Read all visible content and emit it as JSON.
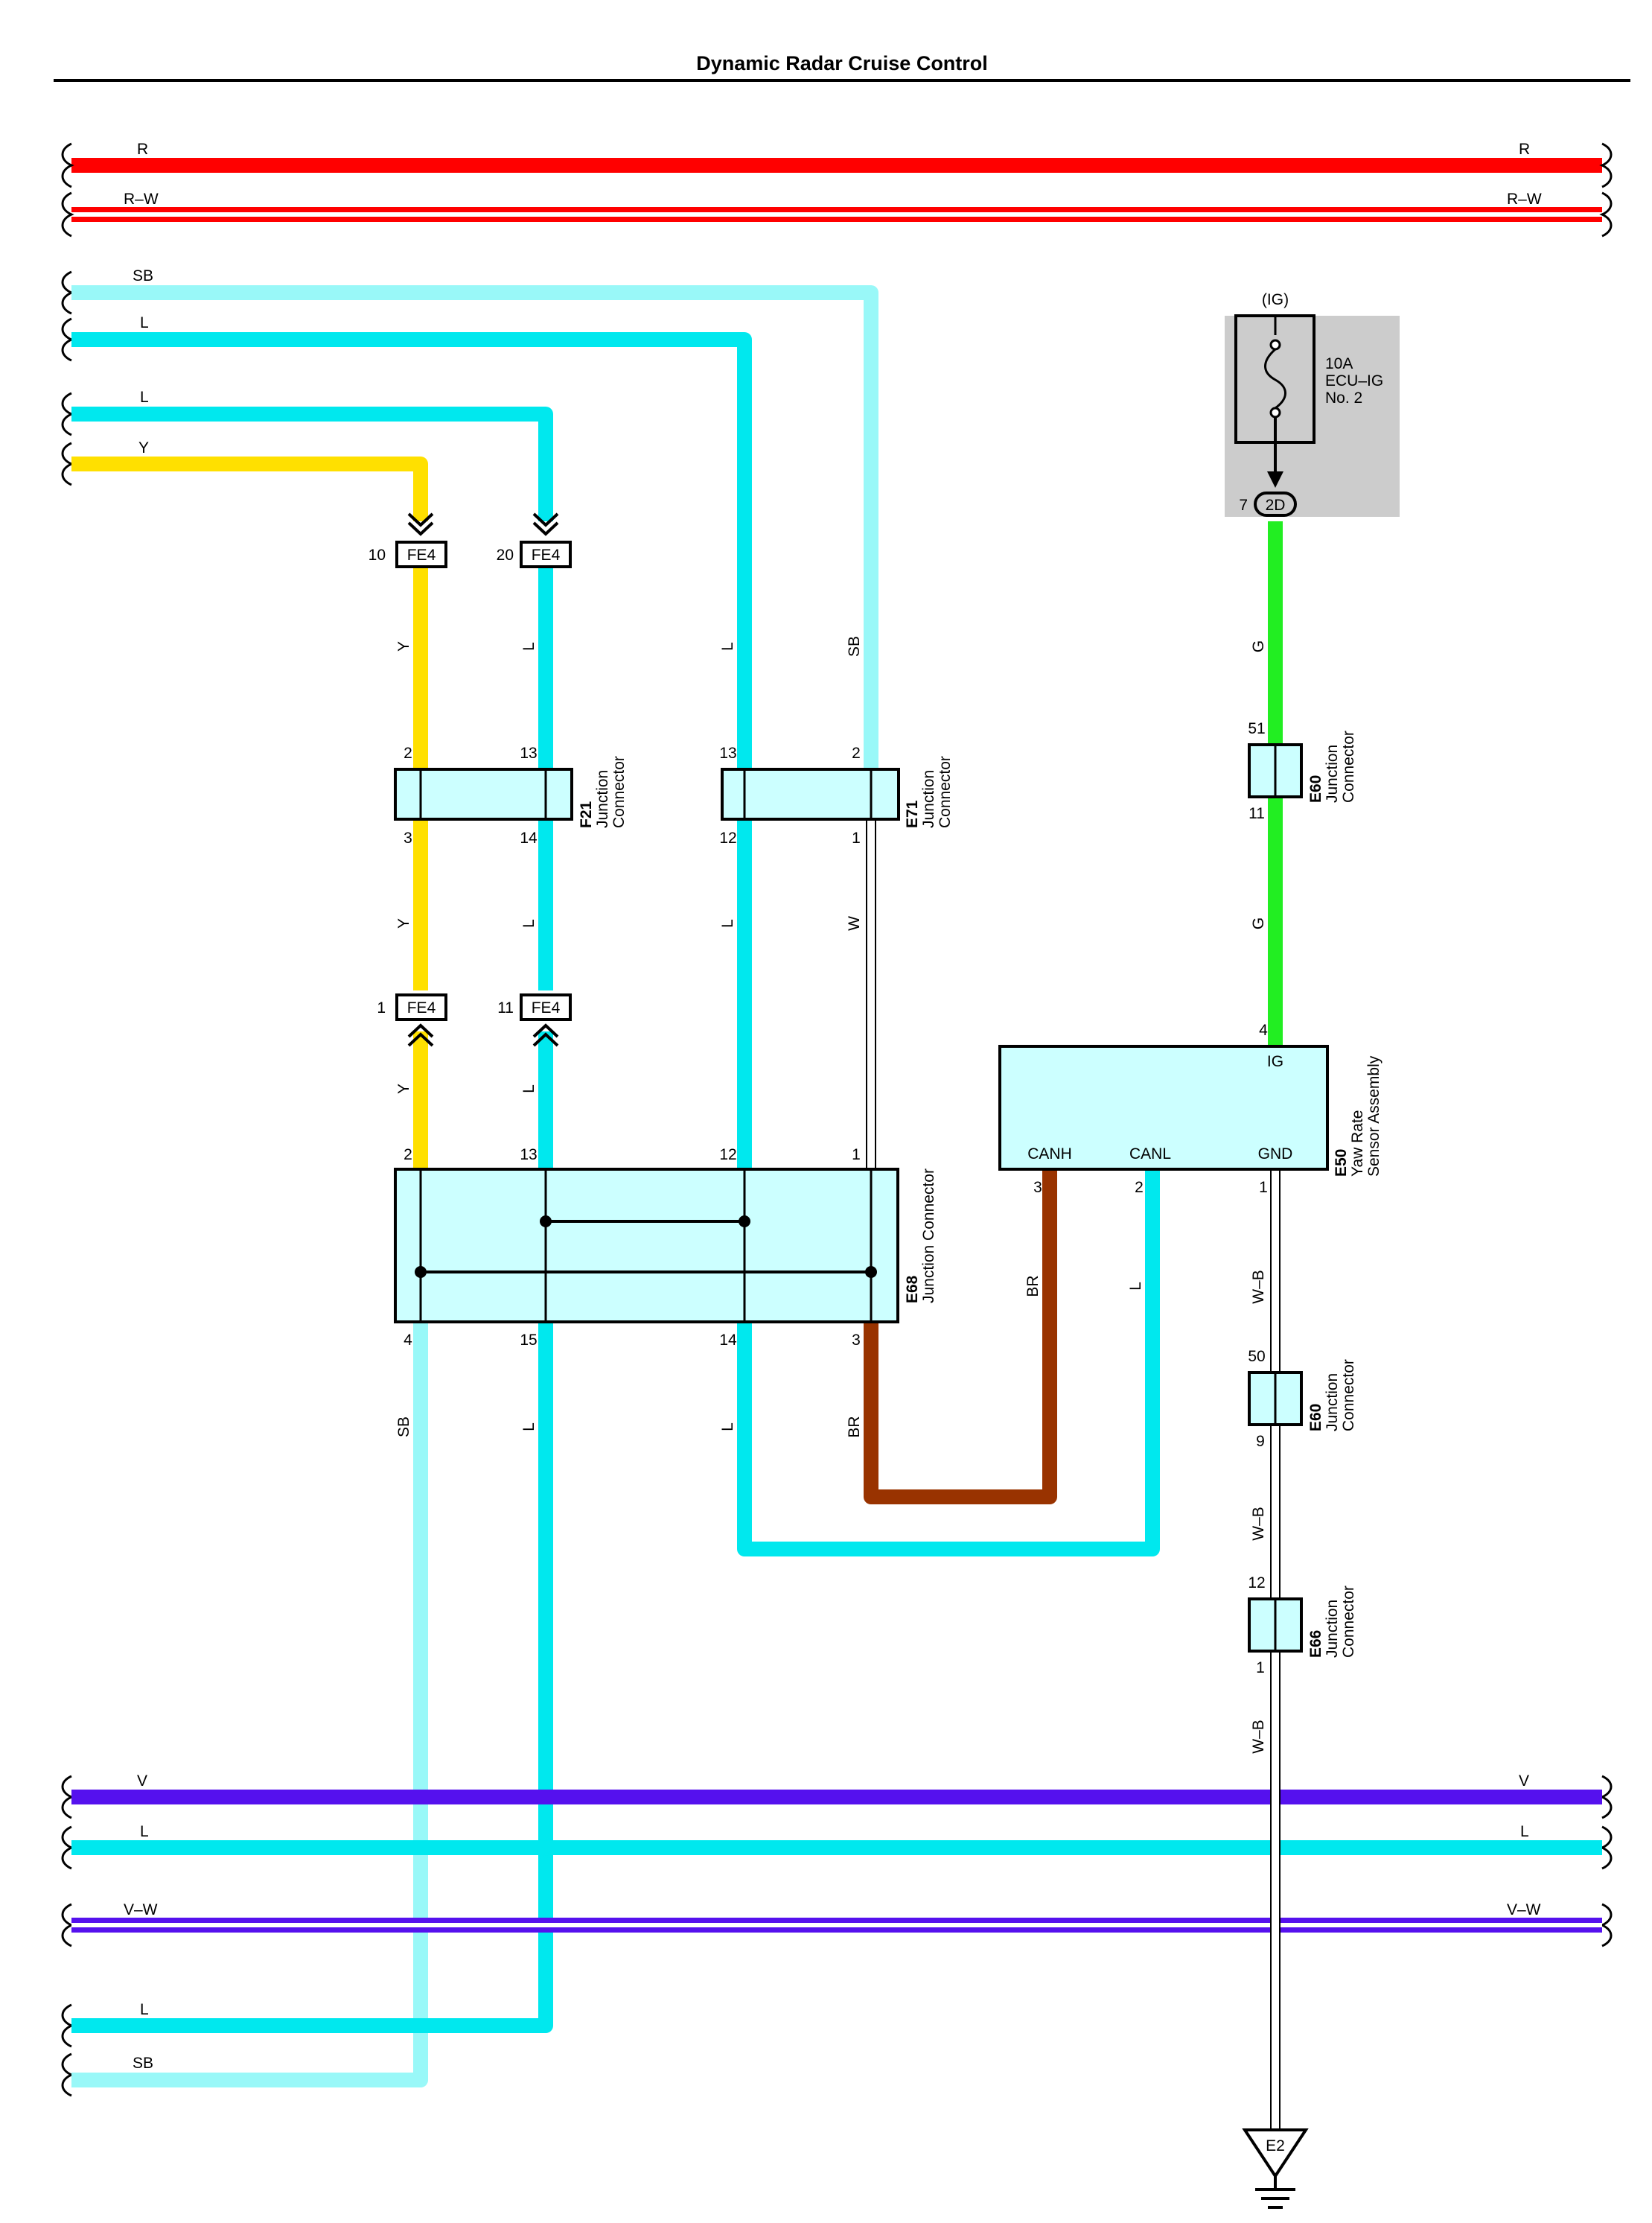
{
  "title": "Dynamic Radar Cruise Control",
  "colors": {
    "R": "#ff0000",
    "R-W": "#ff0000",
    "SB": "#99f8f8",
    "L": "#00e8ee",
    "Y": "#ffe000",
    "G": "#22ee22",
    "W": "#ffffff",
    "BR": "#993300",
    "W-B": "#ffffff",
    "V": "#5511ee",
    "V-W": "#5511ee",
    "connector_fill": "#ccffff",
    "fuse_block": "#cccccc"
  },
  "bus_wires": {
    "r": "R",
    "rw": "R–W",
    "v": "V",
    "l": "L",
    "vw": "V–W"
  },
  "left_wires": {
    "sb_top": "SB",
    "l_top": "L",
    "l_mid": "L",
    "y_top": "Y",
    "l_bottom": "L",
    "sb_bottom": "SB"
  },
  "fe4": {
    "label": "FE4",
    "pin_a_top": "10",
    "pin_b_top": "20",
    "pin_a_bot": "1",
    "pin_b_bot": "11"
  },
  "vertical_labels": {
    "y1": "Y",
    "l1": "L",
    "l2": "L",
    "sb1": "SB",
    "y2": "Y",
    "l3": "L",
    "l4": "L",
    "w1": "W",
    "y3": "Y",
    "l5": "L",
    "sb2": "SB",
    "l6": "L",
    "l7": "L",
    "br1": "BR",
    "br2": "BR",
    "l8": "L",
    "g1": "G",
    "g2": "G",
    "wb1": "W–B",
    "wb2": "W–B",
    "wb3": "W–B"
  },
  "f21": {
    "id": "F21",
    "line1": "Junction",
    "line2": "Connector",
    "pin_tl": "2",
    "pin_tr": "13",
    "pin_bl": "3",
    "pin_br": "14"
  },
  "e71": {
    "id": "E71",
    "line1": "Junction",
    "line2": "Connector",
    "pin_tl": "13",
    "pin_tr": "2",
    "pin_bl": "12",
    "pin_br": "1"
  },
  "e68": {
    "id": "E68",
    "line1": "Junction Connector",
    "pin_t1": "2",
    "pin_t2": "13",
    "pin_t3": "12",
    "pin_t4": "1",
    "pin_b1": "4",
    "pin_b2": "15",
    "pin_b3": "14",
    "pin_b4": "3"
  },
  "fuse": {
    "ig": "(IG)",
    "amp": "10A",
    "name": "ECU–IG",
    "num": "No. 2",
    "pin": "7",
    "conn": "2D"
  },
  "e60_top": {
    "id": "E60",
    "line1": "Junction",
    "line2": "Connector",
    "pin_top": "51",
    "pin_bot": "11"
  },
  "e50": {
    "id": "E50",
    "line1": "Yaw Rate",
    "line2": "Sensor Assembly",
    "ig": "IG",
    "canh": "CANH",
    "canl": "CANL",
    "gnd": "GND",
    "pin_ig": "4",
    "pin_canh": "3",
    "pin_canl": "2",
    "pin_gnd": "1"
  },
  "e60_bot": {
    "id": "E60",
    "line1": "Junction",
    "line2": "Connector",
    "pin_top": "50",
    "pin_bot": "9"
  },
  "e66": {
    "id": "E66",
    "line1": "Junction",
    "line2": "Connector",
    "pin_top": "12",
    "pin_bot": "1"
  },
  "ground": "E2"
}
